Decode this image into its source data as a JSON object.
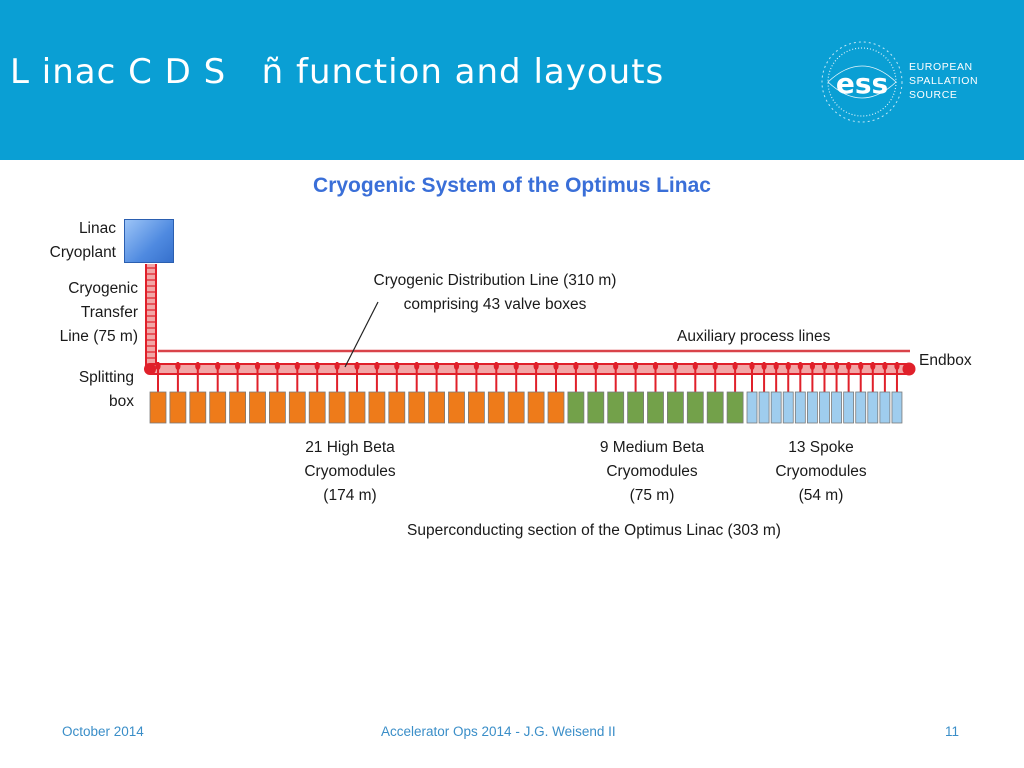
{
  "slide": {
    "title": "L inac C D S   ñ function and layouts"
  },
  "logo": {
    "mark": "ess",
    "line1": "EUROPEAN",
    "line2": "SPALLATION",
    "line3": "SOURCE"
  },
  "diagram": {
    "title": "Cryogenic System of the Optimus Linac",
    "cryoplant": [
      "Linac",
      "Cryoplant"
    ],
    "transfer_line": [
      "Cryogenic",
      "Transfer",
      "Line (75 m)"
    ],
    "splitting_box": [
      "Splitting",
      "box"
    ],
    "distribution_line": [
      "Cryogenic Distribution Line  (310 m)",
      "comprising 43 valve boxes"
    ],
    "auxiliary": "Auxiliary process lines",
    "endbox": "Endbox",
    "groups": [
      {
        "lines": [
          "21 High Beta",
          "Cryomodules",
          "(174 m)"
        ],
        "count": 21,
        "color": "#ee7b1a"
      },
      {
        "lines": [
          "9 Medium Beta",
          "Cryomodules",
          "(75 m)"
        ],
        "count": 9,
        "color": "#73a14a"
      },
      {
        "lines": [
          "13 Spoke",
          "Cryomodules",
          "(54 m)"
        ],
        "count": 13,
        "color": "#9fcdee"
      }
    ],
    "section_label": "Superconducting section of the Optimus Linac (303 m)",
    "colors": {
      "line_red": "#e0202a",
      "line_pink": "#f2a6a6",
      "aux_line": "#d9434a"
    }
  },
  "footer": {
    "date": "October 2014",
    "center": "Accelerator Ops 2014 - J.G. Weisend II",
    "page": "11"
  }
}
